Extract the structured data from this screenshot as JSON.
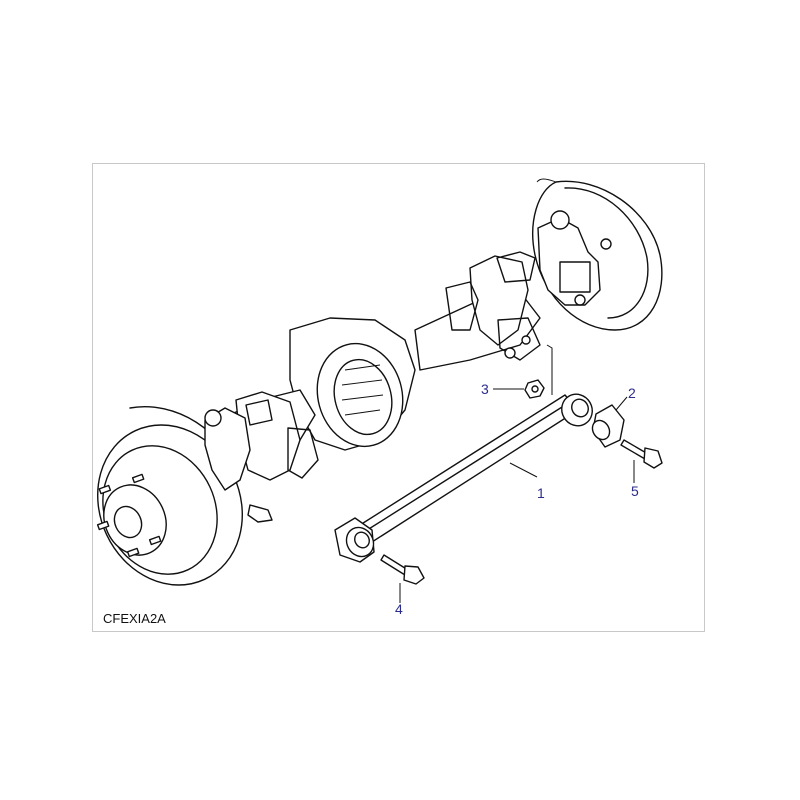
{
  "callouts": {
    "c1": "1",
    "c2": "2",
    "c3": "3",
    "c4": "4",
    "c5": "5"
  },
  "figure_code": "CFEXIA2A",
  "colors": {
    "callout_text": "#2b2b8c",
    "line_art": "#111111",
    "frame_border": "#c8c8c8"
  }
}
